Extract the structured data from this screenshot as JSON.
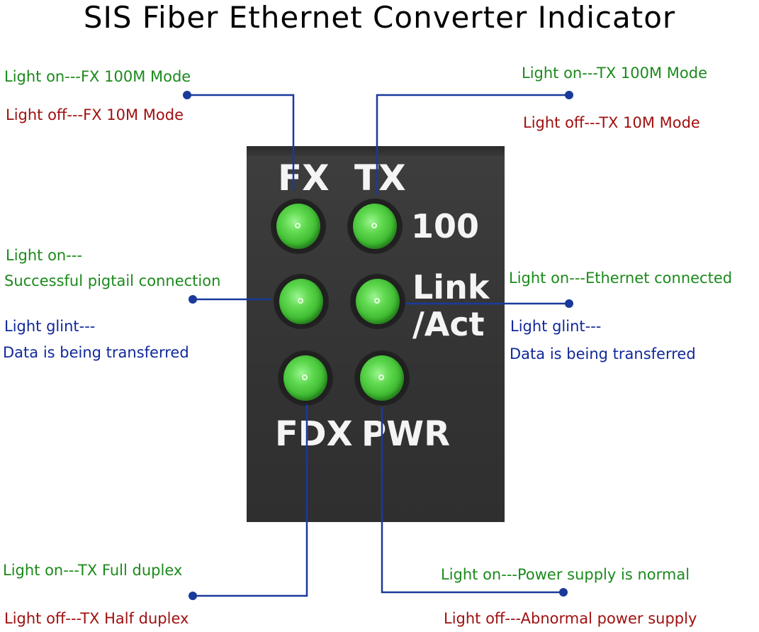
{
  "title": "SIS Fiber Ethernet Converter Indicator",
  "panel": {
    "labels": {
      "fx": "FX",
      "tx": "TX",
      "speed": "100",
      "link": "Link",
      "act": "/Act",
      "fdx": "FDX",
      "pwr": "PWR"
    }
  },
  "annotations": {
    "fx_on": "Light on---FX 100M Mode",
    "fx_off": "Light off---FX 10M Mode",
    "tx_on": "Light on---TX 100M Mode",
    "tx_off": "Light off---TX 10M Mode",
    "fiber_link_on_1": "Light on---",
    "fiber_link_on_2": "Successful pigtail connection",
    "fiber_link_glint_1": "Light glint---",
    "fiber_link_glint_2": "Data is being transferred",
    "eth_link_on": "Light on---Ethernet connected",
    "eth_link_glint_1": "Light glint---",
    "eth_link_glint_2": "Data is being transferred",
    "fdx_on": "Light on---TX Full duplex",
    "fdx_off": "Light off---TX Half duplex",
    "pwr_on": "Light on---Power supply is normal",
    "pwr_off": "Light off---Abnormal power supply"
  },
  "colors": {
    "led_green": "#5fd84f",
    "line_blue": "#1a3a9a",
    "text_on": "#1b8a1b",
    "text_off": "#a01010",
    "text_glint": "#10289a",
    "panel": "#383838"
  }
}
